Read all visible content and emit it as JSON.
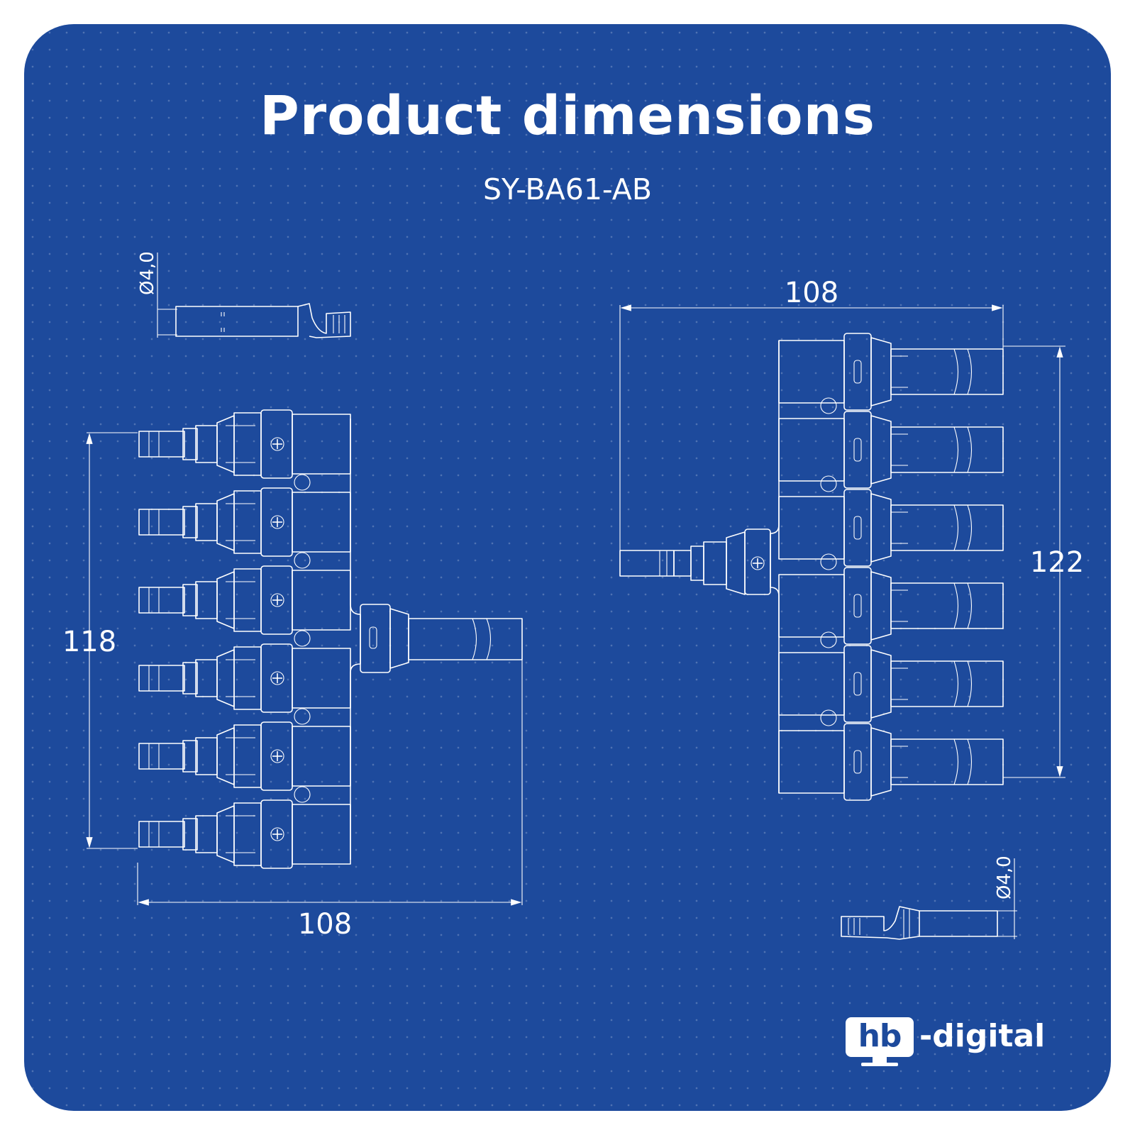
{
  "header": {
    "title": "Product dimensions",
    "model": "SY-BA61-AB"
  },
  "left_drawing": {
    "width_dim": "108",
    "height_dim": "118",
    "pin_diameter": "Ø4,0",
    "outlet_count": 6,
    "polarity_symbol": "+"
  },
  "right_drawing": {
    "width_dim": "108",
    "height_dim": "122",
    "pin_diameter": "Ø4,0",
    "outlet_count": 6,
    "polarity_symbol": "+"
  },
  "brand": {
    "box_text": "hb",
    "suffix_text": "-digital"
  },
  "colors": {
    "background": "#1d4a9c",
    "line": "#ffffff"
  }
}
